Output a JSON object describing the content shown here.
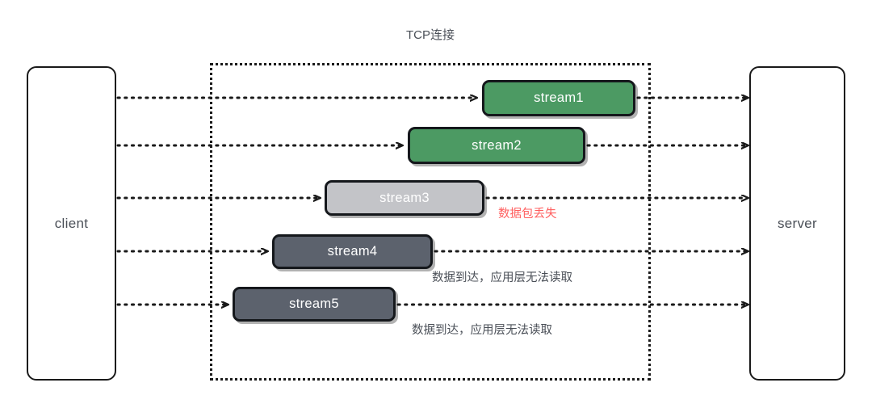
{
  "diagram": {
    "title": "TCP连接",
    "type": "sequence-flow",
    "description": "TCP head-of-line blocking illustration: five streams multiplexed over one TCP connection between client and server"
  },
  "endpoints": {
    "client": {
      "label": "client"
    },
    "server": {
      "label": "server"
    }
  },
  "colors": {
    "delivered": "#4c9a63",
    "lost": "#c3c4c8",
    "blocked": "#5c626d",
    "error_text": "#ff5f5f",
    "text": "#4a4f57",
    "stroke": "#1a1a1a"
  },
  "streams": [
    {
      "label": "stream1",
      "state": "delivered",
      "color": "#4c9a63",
      "annotation": ""
    },
    {
      "label": "stream2",
      "state": "delivered",
      "color": "#4c9a63",
      "annotation": ""
    },
    {
      "label": "stream3",
      "state": "lost",
      "color": "#c3c4c8",
      "annotation": "数据包丢失"
    },
    {
      "label": "stream4",
      "state": "blocked",
      "color": "#5c626d",
      "annotation": "数据到达，应用层无法读取"
    },
    {
      "label": "stream5",
      "state": "blocked",
      "color": "#5c626d",
      "annotation": "数据到达，应用层无法读取"
    }
  ],
  "annotations": {
    "packet_loss": "数据包丢失",
    "blocked_stream4": "数据到达，应用层无法读取",
    "blocked_stream5": "数据到达，应用层无法读取"
  }
}
